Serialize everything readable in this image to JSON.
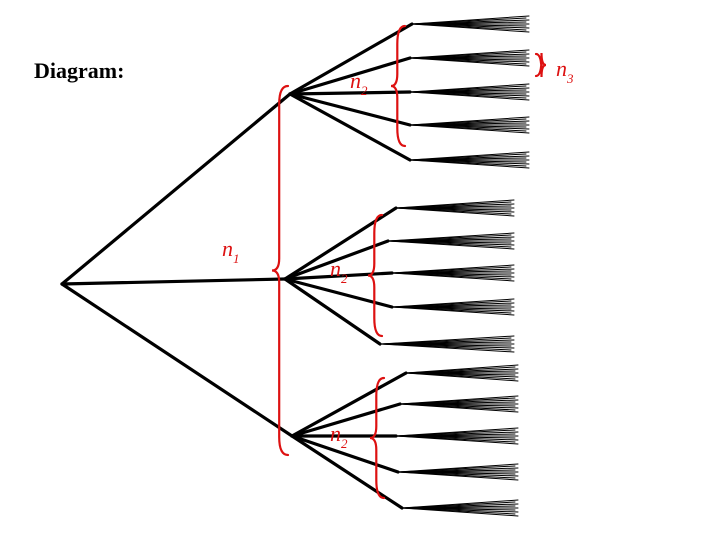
{
  "heading": "Diagram:",
  "labels": {
    "n1": {
      "base": "n",
      "sub": "1"
    },
    "n2": {
      "base": "n",
      "sub": "2"
    },
    "n3": {
      "base": "n",
      "sub": "3"
    }
  },
  "tree": {
    "root_branches": 3,
    "second_level_branches": 5,
    "leaf_fan_lines": 9
  },
  "colors": {
    "edges": "#000000",
    "labels": "#dd1111"
  }
}
